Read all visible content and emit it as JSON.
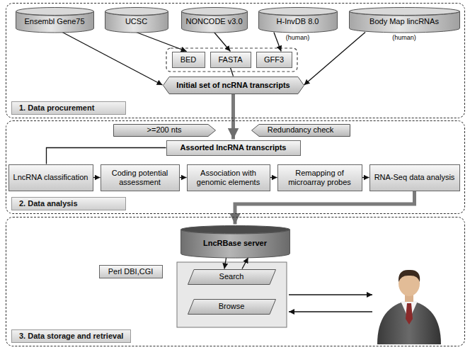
{
  "diagram": {
    "nodes": [
      {
        "text": [
          "1. Data procurement"
        ]
      },
      {
        "text": [
          "Ensembl Gene75"
        ],
        "in": 0
      },
      {
        "text": [
          "UCSC"
        ],
        "in": 0
      },
      {
        "text": [
          "NONCODE v3.0"
        ],
        "in": 0
      },
      {
        "text": [
          "H-InvDB 8.0",
          "(human)"
        ],
        "in": 0
      },
      {
        "text": [
          "Body Map lincRNAs",
          "(human)"
        ],
        "in": 0
      },
      {
        "text": [
          "BED"
        ],
        "in": 0
      },
      {
        "text": [
          "FASTA"
        ],
        "in": 0
      },
      {
        "text": [
          "GFF3"
        ],
        "in": 0
      },
      {
        "text": [
          "Initial set of  ncRNA transcripts"
        ],
        "in": 0
      },
      {
        "text": [
          "2. Data analysis"
        ]
      },
      {
        "text": [
          ">=200 nts"
        ],
        "in": 10
      },
      {
        "text": [
          "Redundancy check"
        ],
        "in": 10
      },
      {
        "text": [
          "Assorted lncRNA transcripts"
        ],
        "in": 10
      },
      {
        "text": [
          "LncRNA classification"
        ],
        "in": 10
      },
      {
        "text": [
          "Coding potential assessment"
        ],
        "in": 10
      },
      {
        "text": [
          "Association with genomic elements"
        ],
        "in": 10
      },
      {
        "text": [
          "Remapping of microarray probes"
        ],
        "in": 10
      },
      {
        "text": [
          "RNA-Seq data analysis"
        ],
        "in": 10
      },
      {
        "text": [
          "3. Data storage and retrieval"
        ]
      },
      {
        "text": [
          "LncRBase server"
        ],
        "in": 19
      },
      {
        "text": [
          "Perl DBI,CGI"
        ],
        "in": 19
      },
      {
        "text": [
          "Search"
        ],
        "in": 19
      },
      {
        "text": [
          "Browse"
        ],
        "in": 19
      }
    ],
    "edges": [
      {
        "from": 1,
        "to": 9,
        "arrow": "to"
      },
      {
        "from": 2,
        "to": 6,
        "arrow": "to"
      },
      {
        "from": 3,
        "to": 7,
        "arrow": "to"
      },
      {
        "from": 4,
        "to": 8,
        "arrow": "to"
      },
      {
        "from": 5,
        "to": 9,
        "arrow": "to"
      },
      {
        "from": 7,
        "to": 9,
        "arrow": "none"
      },
      {
        "from": 9,
        "to": 13,
        "arrow": "to"
      },
      {
        "from": 13,
        "to": 14,
        "arrow": "none"
      },
      {
        "from": 14,
        "to": 15,
        "arrow": "to"
      },
      {
        "from": 15,
        "to": 16,
        "arrow": "to"
      },
      {
        "from": 16,
        "to": 17,
        "arrow": "to"
      },
      {
        "from": 17,
        "to": 18,
        "arrow": "to"
      },
      {
        "from": 18,
        "to": 20,
        "arrow": "to"
      },
      {
        "from": 20,
        "to": 22,
        "arrow": "to"
      },
      {
        "from": 22,
        "to": 20,
        "arrow": "to"
      }
    ]
  }
}
